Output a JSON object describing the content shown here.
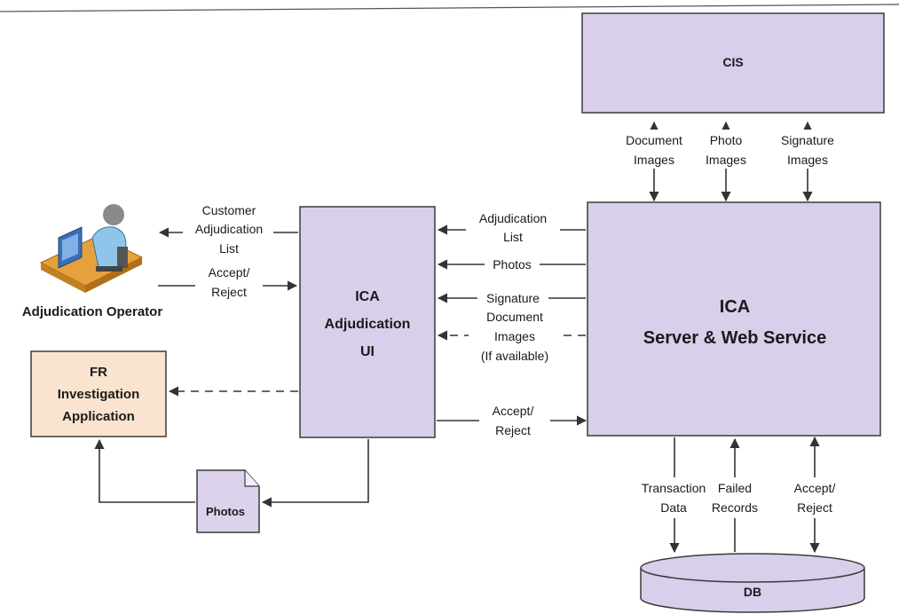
{
  "nodes": {
    "cis": "CIS",
    "ica_server": [
      "ICA",
      "Server & Web Service"
    ],
    "ica_ui": [
      "ICA",
      "Adjudication",
      "UI"
    ],
    "fr_app": [
      "FR",
      "Investigation",
      "Application"
    ],
    "operator": "Adjudication Operator",
    "photos_doc": "Photos",
    "db": "DB"
  },
  "edge_labels": {
    "document_images": [
      "Document",
      "Images"
    ],
    "photo_images": [
      "Photo",
      "Images"
    ],
    "signature_images": [
      "Signature",
      "Images"
    ],
    "customer_adjudication_list": [
      "Customer",
      "Adjudication",
      "List"
    ],
    "accept_reject_operator": [
      "Accept/",
      "Reject"
    ],
    "adjudication_list": [
      "Adjudication",
      "List"
    ],
    "photos": "Photos",
    "signature": "Signature",
    "document_images_if_available": [
      "Document",
      "Images",
      "(If available)"
    ],
    "accept_reject_ui": [
      "Accept/",
      "Reject"
    ],
    "transaction_data": [
      "Transaction",
      "Data"
    ],
    "failed_records": [
      "Failed",
      "Records"
    ],
    "accept_reject_db": [
      "Accept/",
      "Reject"
    ]
  },
  "colors": {
    "box_fill": "#d9cfea",
    "fr_fill": "#fbe4cf",
    "doc_fill": "#dcd2ec"
  }
}
